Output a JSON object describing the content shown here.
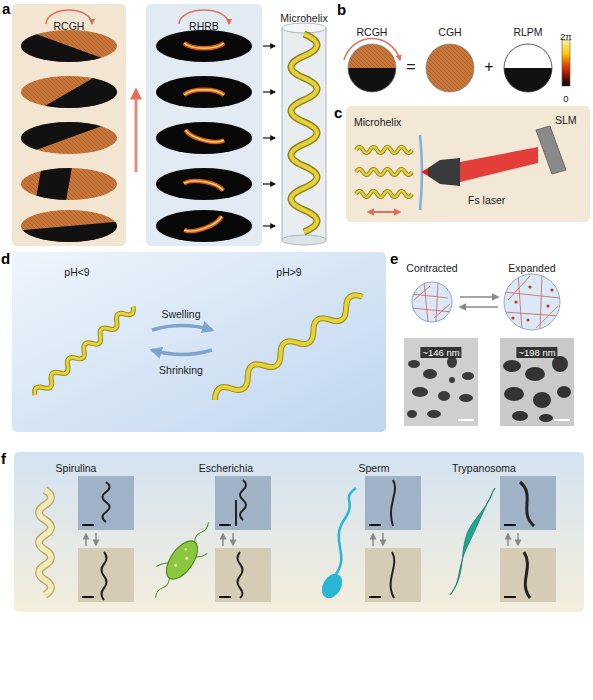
{
  "diagram": {
    "nodes": [
      {
        "text": [
          "RCGH"
        ]
      },
      {
        "text": [
          "RHRB"
        ]
      },
      {
        "text": [
          "Microhelix"
        ]
      },
      {
        "text": [
          "Microhelix",
          "Fs laser",
          "SLM"
        ]
      },
      {
        "text": [
          "pH<9",
          "Swelling",
          "Shrinking",
          "pH>9"
        ]
      },
      {
        "text": [
          "Spirulina",
          "Escherichia",
          "Sperm",
          "Trypanosoma"
        ]
      }
    ],
    "edges": [
      {
        "from": 1,
        "to": 2,
        "arrow": "to"
      },
      {
        "from": 1,
        "to": 2,
        "arrow": "to"
      },
      {
        "from": 1,
        "to": 2,
        "arrow": "to"
      },
      {
        "from": 1,
        "to": 2,
        "arrow": "to"
      },
      {
        "from": 1,
        "to": 2,
        "arrow": "to"
      }
    ],
    "labels": [
      "a",
      "b",
      "RCGH",
      "=",
      "CGH",
      "+",
      "RLPM",
      "2π",
      "0",
      "c",
      "d",
      "e",
      "Contracted",
      "Expanded",
      "~146 nm",
      "~198 nm",
      "f"
    ]
  }
}
